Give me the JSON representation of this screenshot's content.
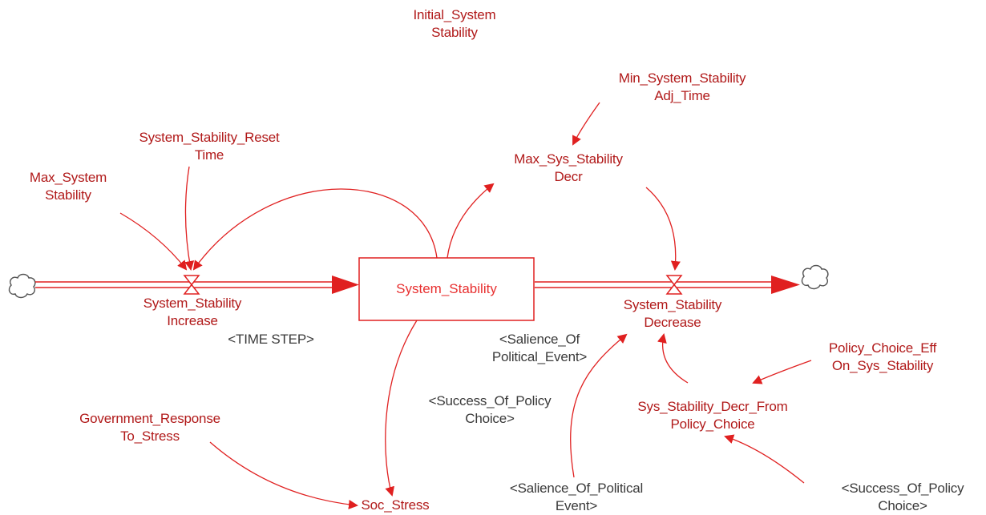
{
  "diagram": {
    "stock": {
      "label": "System_Stability"
    },
    "variables": {
      "initial_system_stability": [
        "Initial_System",
        "Stability"
      ],
      "min_system_stability_adj_time": [
        "Min_System_Stability",
        "Adj_Time"
      ],
      "system_stability_reset_time": [
        "System_Stability_Reset",
        "Time"
      ],
      "max_sys_stability_decr": [
        "Max_Sys_Stability",
        "Decr"
      ],
      "max_system_stability": [
        "Max_System",
        "Stability"
      ],
      "system_stability_increase": [
        "System_Stability",
        "Increase"
      ],
      "system_stability_decrease": [
        "System_Stability",
        "Decrease"
      ],
      "policy_choice_eff_on_sys_stability": [
        "Policy_Choice_Eff",
        "On_Sys_Stability"
      ],
      "sys_stability_decr_from_policy_choice": [
        "Sys_Stability_Decr_From",
        "Policy_Choice"
      ],
      "government_response_to_stress": [
        "Government_Response",
        "To_Stress"
      ],
      "soc_stress": [
        "Soc_Stress"
      ]
    },
    "shadows": {
      "time_step": [
        "<TIME STEP>"
      ],
      "salience_mid": [
        "<Salience_Of",
        "Political_Event>"
      ],
      "success_mid": [
        "<Success_Of_Policy",
        "Choice>"
      ],
      "salience_bottom": [
        "<Salience_Of_Political",
        "Event>"
      ],
      "success_bottom": [
        "<Success_Of_Policy",
        "Choice>"
      ]
    },
    "colors": {
      "variable": "#b11a1a",
      "shadow": "#3a3a3a",
      "arrow": "#e02020",
      "stock": "#e83030",
      "cloud": "#555555"
    }
  }
}
